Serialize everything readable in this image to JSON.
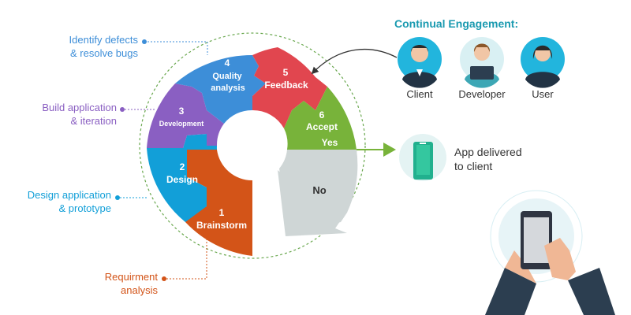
{
  "colors": {
    "brainstorm": "#d35418",
    "design": "#129fd8",
    "development": "#8a5fc2",
    "quality": "#3d8ed8",
    "feedback": "#e1464f",
    "accept": "#78b33a",
    "no": "#cfd6d6",
    "accent_title": "#1a9ab0"
  },
  "cycle": {
    "brainstorm": {
      "num": "1",
      "label": "Brainstorm"
    },
    "design": {
      "num": "2",
      "label": "Design"
    },
    "development": {
      "num": "3",
      "label": "Development"
    },
    "quality": {
      "num": "4",
      "label1": "Quality",
      "label2": "analysis"
    },
    "feedback": {
      "num": "5",
      "label": "Feedback"
    },
    "accept": {
      "num": "6",
      "label": "Accept",
      "yes": "Yes"
    },
    "no": {
      "label": "No"
    }
  },
  "side_labels": {
    "defects": "Identify defects\n& resolve bugs",
    "build": "Build application\n& iteration",
    "design_app": "Design application\n& prototype",
    "requirement": "Requirment\nanalysis"
  },
  "engagement": {
    "title": "Continual Engagement:",
    "people": [
      {
        "label": "Client",
        "icon": "client-avatar-icon"
      },
      {
        "label": "Developer",
        "icon": "developer-avatar-icon"
      },
      {
        "label": "User",
        "icon": "user-avatar-icon"
      }
    ]
  },
  "delivered": {
    "label": "App delivered\nto client",
    "icon": "phone-device-icon"
  }
}
